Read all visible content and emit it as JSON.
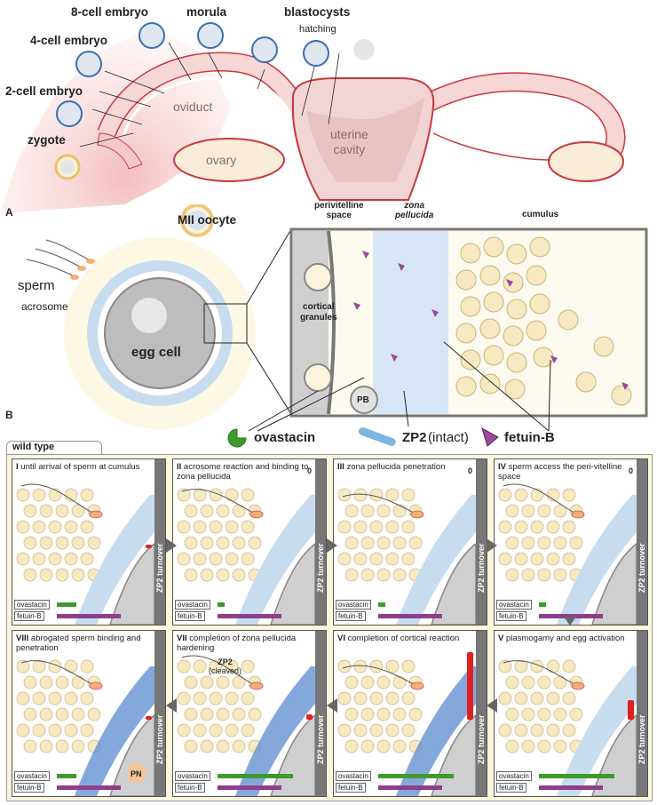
{
  "section_a": {
    "label": "A",
    "stages": {
      "zygote": "zygote",
      "two_cell": "2-cell embryo",
      "four_cell": "4-cell embryo",
      "eight_cell": "8-cell embryo",
      "morula": "morula",
      "blastocysts": "blastocysts",
      "hatching": "hatching",
      "mii_oocyte": "MII oocyte"
    },
    "organs": {
      "oviduct": "oviduct",
      "ovary": "ovary",
      "uterine_line1": "uterine",
      "uterine_line2": "cavity"
    }
  },
  "section_b": {
    "label": "B",
    "left": {
      "sperm": "sperm",
      "acrosome": "acrosome",
      "egg_cell": "egg cell"
    },
    "zoom": {
      "perivitelline_line1": "perivitelline",
      "perivitelline_line2": "space",
      "zona_line1": "zona",
      "zona_line2": "pellucida",
      "cumulus": "cumulus",
      "cortical_line1": "cortical",
      "cortical_line2": "granules",
      "pb": "PB"
    },
    "legend": {
      "ovastacin": "ovastacin",
      "zp2": "ZP2",
      "zp2_note": "(intact)",
      "fetuin": "fetuin-B"
    },
    "colors": {
      "ovastacin": "#3e9a2c",
      "zp2": "#7fb3e0",
      "fetuin": "#8e3e8e",
      "turnover": "#e02020"
    }
  },
  "wild_type": {
    "tab": "wild type",
    "bar_labels": {
      "ovastacin": "ovastacin",
      "fetuin": "fetuin-B"
    },
    "turnover_label": "ZP2 turnover",
    "zero": "0",
    "zp2_cleaved_line1": "ZP2",
    "zp2_cleaved_line2": "(cleaved)",
    "pn": "PN",
    "panels": [
      {
        "num": "I",
        "title": "until arrival of sperm at cumulus"
      },
      {
        "num": "II",
        "title": "acrosome reaction and binding to zona pellucida"
      },
      {
        "num": "III",
        "title": "zona pellucida penetration"
      },
      {
        "num": "IV",
        "title": "sperm access the peri-vitelline space"
      },
      {
        "num": "V",
        "title": "plasmogamy and egg activation"
      },
      {
        "num": "VI",
        "title": "completion of cortical reaction"
      },
      {
        "num": "VII",
        "title": "completion of zona pellucida hardening"
      },
      {
        "num": "VIII",
        "title": "abrogated sperm binding and penetration"
      }
    ],
    "levels": [
      {
        "ovastacin": 0.22,
        "fetuin": 0.72,
        "turnover": 0.05
      },
      {
        "ovastacin": 0.08,
        "fetuin": 0.72,
        "turnover": 0.0
      },
      {
        "ovastacin": 0.08,
        "fetuin": 0.72,
        "turnover": 0.0
      },
      {
        "ovastacin": 0.08,
        "fetuin": 0.72,
        "turnover": 0.0
      },
      {
        "ovastacin": 0.85,
        "fetuin": 0.72,
        "turnover": 0.28
      },
      {
        "ovastacin": 0.85,
        "fetuin": 0.72,
        "turnover": 0.95
      },
      {
        "ovastacin": 0.85,
        "fetuin": 0.72,
        "turnover": 0.08
      },
      {
        "ovastacin": 0.22,
        "fetuin": 0.72,
        "turnover": 0.05
      }
    ]
  }
}
